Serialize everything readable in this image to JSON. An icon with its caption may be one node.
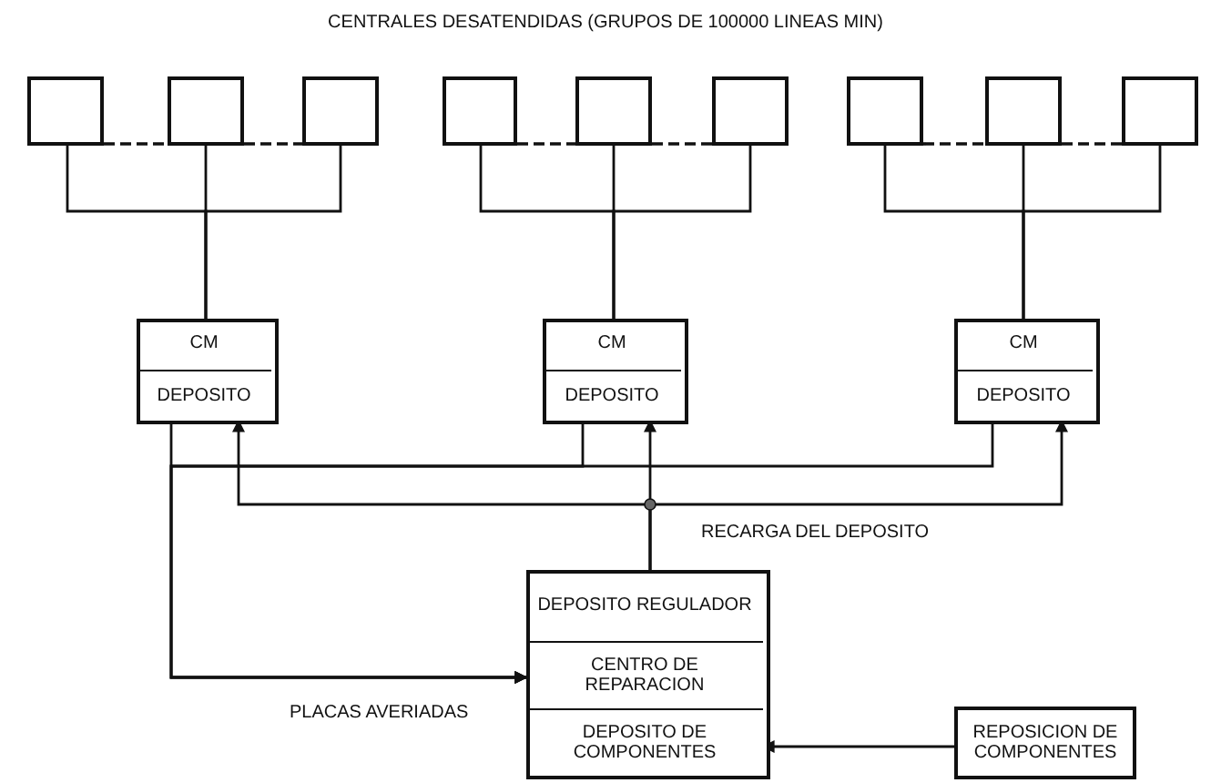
{
  "diagram": {
    "title": "CENTRALES DESATENDIDAS (GRUPOS DE 100000 LINEAS MIN)",
    "nodes": [
      {
        "text": [],
        "shape": "box"
      },
      {
        "text": [],
        "shape": "box"
      },
      {
        "text": [],
        "shape": "box"
      },
      {
        "text": [],
        "shape": "box"
      },
      {
        "text": [],
        "shape": "box"
      },
      {
        "text": [],
        "shape": "box"
      },
      {
        "text": [],
        "shape": "box"
      },
      {
        "text": [],
        "shape": "box"
      },
      {
        "text": [],
        "shape": "box"
      },
      {
        "text": [],
        "shape": "box"
      },
      {
        "text": [
          "CM"
        ],
        "in": 9
      },
      {
        "text": [
          "DEPOSITO"
        ],
        "in": 9
      },
      {
        "text": [],
        "shape": "box"
      },
      {
        "text": [
          "CM"
        ],
        "in": 12
      },
      {
        "text": [
          "DEPOSITO"
        ],
        "in": 12
      },
      {
        "text": [],
        "shape": "box"
      },
      {
        "text": [
          "CM"
        ],
        "in": 15
      },
      {
        "text": [
          "DEPOSITO"
        ],
        "in": 15
      },
      {
        "text": [],
        "shape": "box"
      },
      {
        "text": [
          "DEPOSITO REGULADOR"
        ],
        "in": 18
      },
      {
        "text": [
          "CENTRO DE REPARACION"
        ],
        "in": 18
      },
      {
        "text": [
          "DEPOSITO DE COMPONENTES"
        ],
        "in": 18
      },
      {
        "text": [
          "REPOSICION DE COMPONENTES"
        ]
      }
    ],
    "edges": [
      {
        "from": 0,
        "to": 1,
        "arrow": "none",
        "style": "dashed"
      },
      {
        "from": 1,
        "to": 2,
        "arrow": "none",
        "style": "dashed"
      },
      {
        "from": 3,
        "to": 4,
        "arrow": "none",
        "style": "dashed"
      },
      {
        "from": 4,
        "to": 5,
        "arrow": "none",
        "style": "dashed"
      },
      {
        "from": 6,
        "to": 7,
        "arrow": "none",
        "style": "dashed"
      },
      {
        "from": 7,
        "to": 8,
        "arrow": "none",
        "style": "dashed"
      },
      {
        "from": 0,
        "to": 9,
        "arrow": "none"
      },
      {
        "from": 1,
        "to": 9,
        "arrow": "none"
      },
      {
        "from": 2,
        "to": 9,
        "arrow": "none"
      },
      {
        "from": 3,
        "to": 12,
        "arrow": "none"
      },
      {
        "from": 4,
        "to": 12,
        "arrow": "none"
      },
      {
        "from": 5,
        "to": 12,
        "arrow": "none"
      },
      {
        "from": 6,
        "to": 15,
        "arrow": "none"
      },
      {
        "from": 7,
        "to": 15,
        "arrow": "none"
      },
      {
        "from": 8,
        "to": 15,
        "arrow": "none"
      },
      {
        "from": 19,
        "to": 11,
        "arrow": "to",
        "label": "RECARGA DEL DEPOSITO"
      },
      {
        "from": 19,
        "to": 14,
        "arrow": "to"
      },
      {
        "from": 19,
        "to": 17,
        "arrow": "to"
      },
      {
        "from": 11,
        "to": 20,
        "arrow": "to",
        "label": "PLACAS AVERIADAS"
      },
      {
        "from": 14,
        "to": 20,
        "arrow": "to"
      },
      {
        "from": 17,
        "to": 20,
        "arrow": "to"
      },
      {
        "from": 22,
        "to": 21,
        "arrow": "to"
      }
    ]
  }
}
